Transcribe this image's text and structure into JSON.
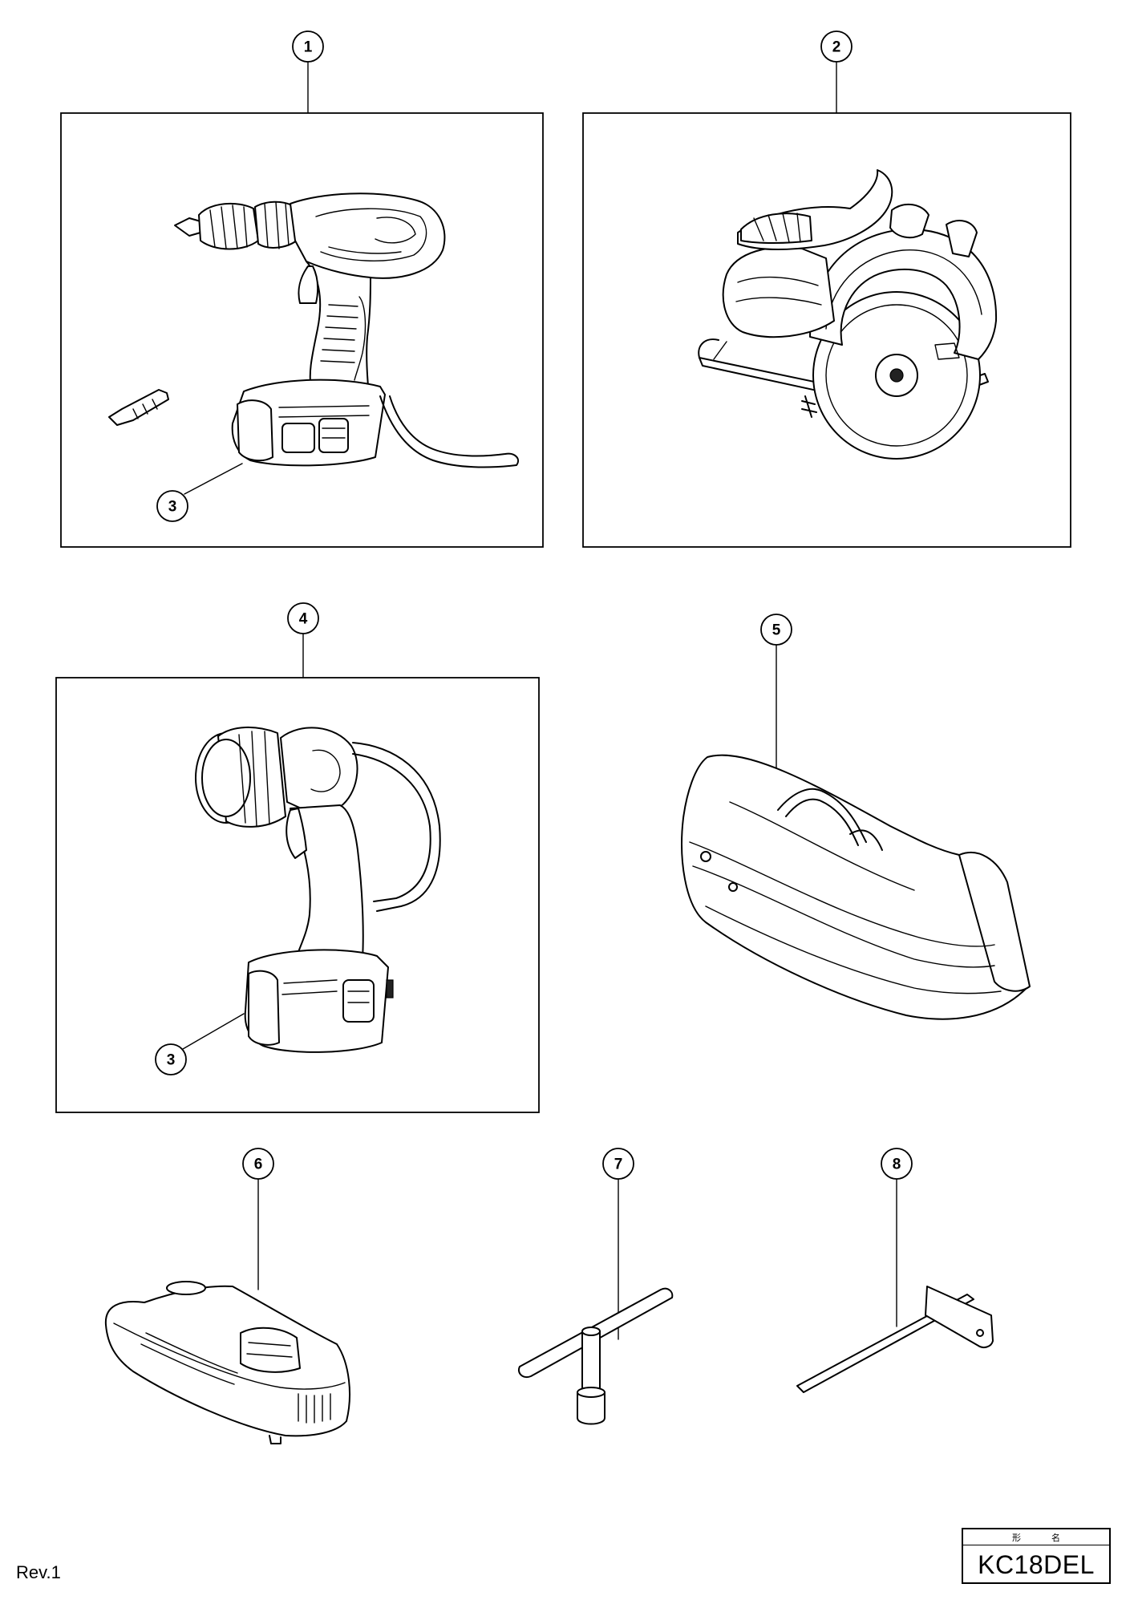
{
  "callouts": {
    "c1": "1",
    "c2": "2",
    "c3a": "3",
    "c3b": "3",
    "c4": "4",
    "c5": "5",
    "c6": "6",
    "c7": "7",
    "c8": "8"
  },
  "footer": {
    "revision": "Rev.1",
    "model_label_1": "形",
    "model_label_2": "名",
    "model_name": "KC18DEL"
  }
}
